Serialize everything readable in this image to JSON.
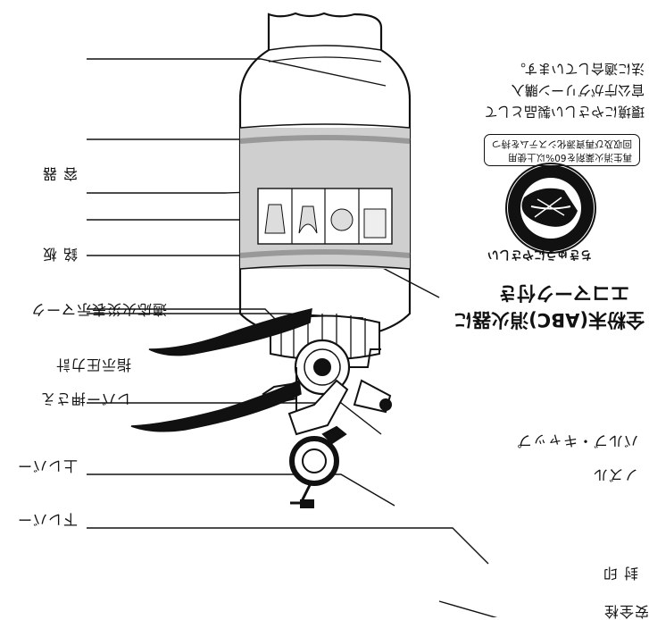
{
  "labels": {
    "container": "容 器",
    "nameplate": "銘 板",
    "fire_type_mark": "適応火災表示マーク",
    "pressure_gauge": "指示圧力計",
    "lever_holder": "レバー押さえ",
    "upper_lever": "上レバー",
    "lower_lever": "下レバー",
    "safety_pin": "安全栓",
    "seal": "封 印",
    "nozzle": "ノズル",
    "valve_cap": "バルブ・キャップ"
  },
  "title": {
    "line1": "全粉末(ABC)消火器に",
    "line2": "エコマーク付き"
  },
  "ecomark": {
    "arc_text": "ちきゅうにやさしい",
    "recycle_line1": "再生消火薬剤を60%以上使用",
    "recycle_line2": "回収及び再資源化システムを持つ"
  },
  "description": {
    "line1": "環境にやさしい製品として",
    "line2": "官公庁がグリーン購入",
    "line3": "法に適合しています。"
  },
  "colors": {
    "band": "#d0d0d0",
    "ink": "#111111"
  }
}
